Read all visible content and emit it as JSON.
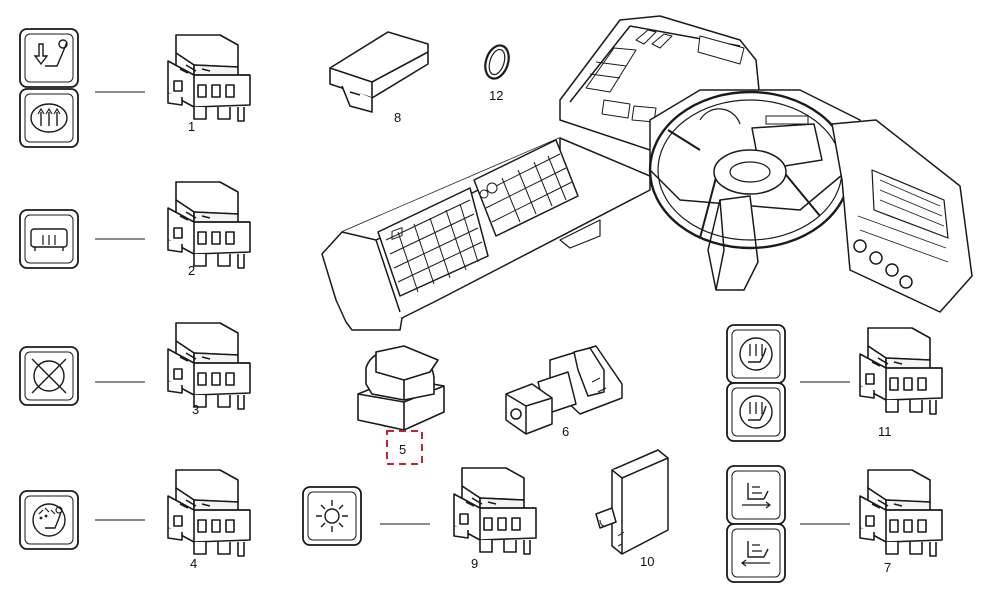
{
  "diagram": {
    "part_labels": {
      "p1": "1",
      "p2": "2",
      "p3": "3",
      "p4": "4",
      "p5": "5",
      "p6": "6",
      "p7": "7",
      "p8": "8",
      "p9": "9",
      "p10": "10",
      "p11": "11",
      "p12": "12"
    },
    "colors": {
      "line": "#1a1a1a",
      "highlight": "#c0282d",
      "background": "#ffffff"
    },
    "icons": {
      "s1a": "air-flow-down-icon",
      "s1b": "rear-window-heater-icon",
      "s2": "bus-ventilation-icon",
      "s3": "crossed-out-fan-icon",
      "s4": "air-recirculation-icon",
      "s9": "sun-heater-icon",
      "s11a": "seat-heating-icon",
      "s11b": "seat-heating-icon",
      "s7a": "seat-adjust-icon",
      "s7b": "seat-adjust-icon"
    }
  }
}
